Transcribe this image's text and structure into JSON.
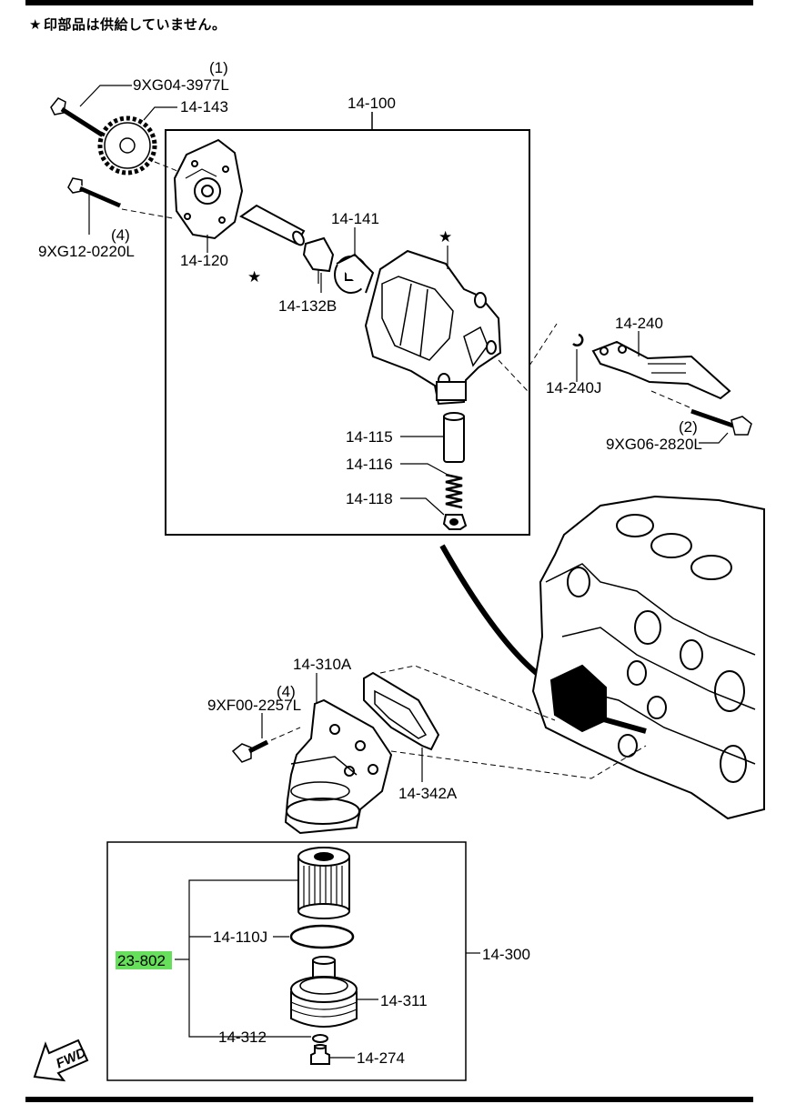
{
  "note": {
    "star_symbol": "★",
    "text": "印部品は供給していません。"
  },
  "highlight_color": "#66e05a",
  "callouts": {
    "bolt_9xg04": {
      "qty": "(1)",
      "code": "9XG04-3977L"
    },
    "sprocket": "14-143",
    "pump_assembly": "14-100",
    "bolt_9xg12": {
      "qty": "(4)",
      "code": "9XG12-0220L"
    },
    "cover": "14-120",
    "rotor": "14-141",
    "shaft": "14-132B",
    "baffle": "14-240",
    "clip": "14-240J",
    "bolt_9xg06": {
      "qty": "(2)",
      "code": "9XG06-2820L"
    },
    "plunger": "14-115",
    "spring": "14-116",
    "plug": "14-118",
    "filter_body": "14-310A",
    "bolt_9xf00": {
      "qty": "(4)",
      "code": "9XF00-2257L"
    },
    "gasket": "14-342A",
    "oring": "14-110J",
    "element_kit": "23-802",
    "filter_assembly": "14-300",
    "filter_cap": "14-311",
    "washer": "14-312",
    "drain_bolt": "14-274",
    "fwd_arrow": "FWD"
  },
  "star_marks": [
    "★",
    "★"
  ]
}
